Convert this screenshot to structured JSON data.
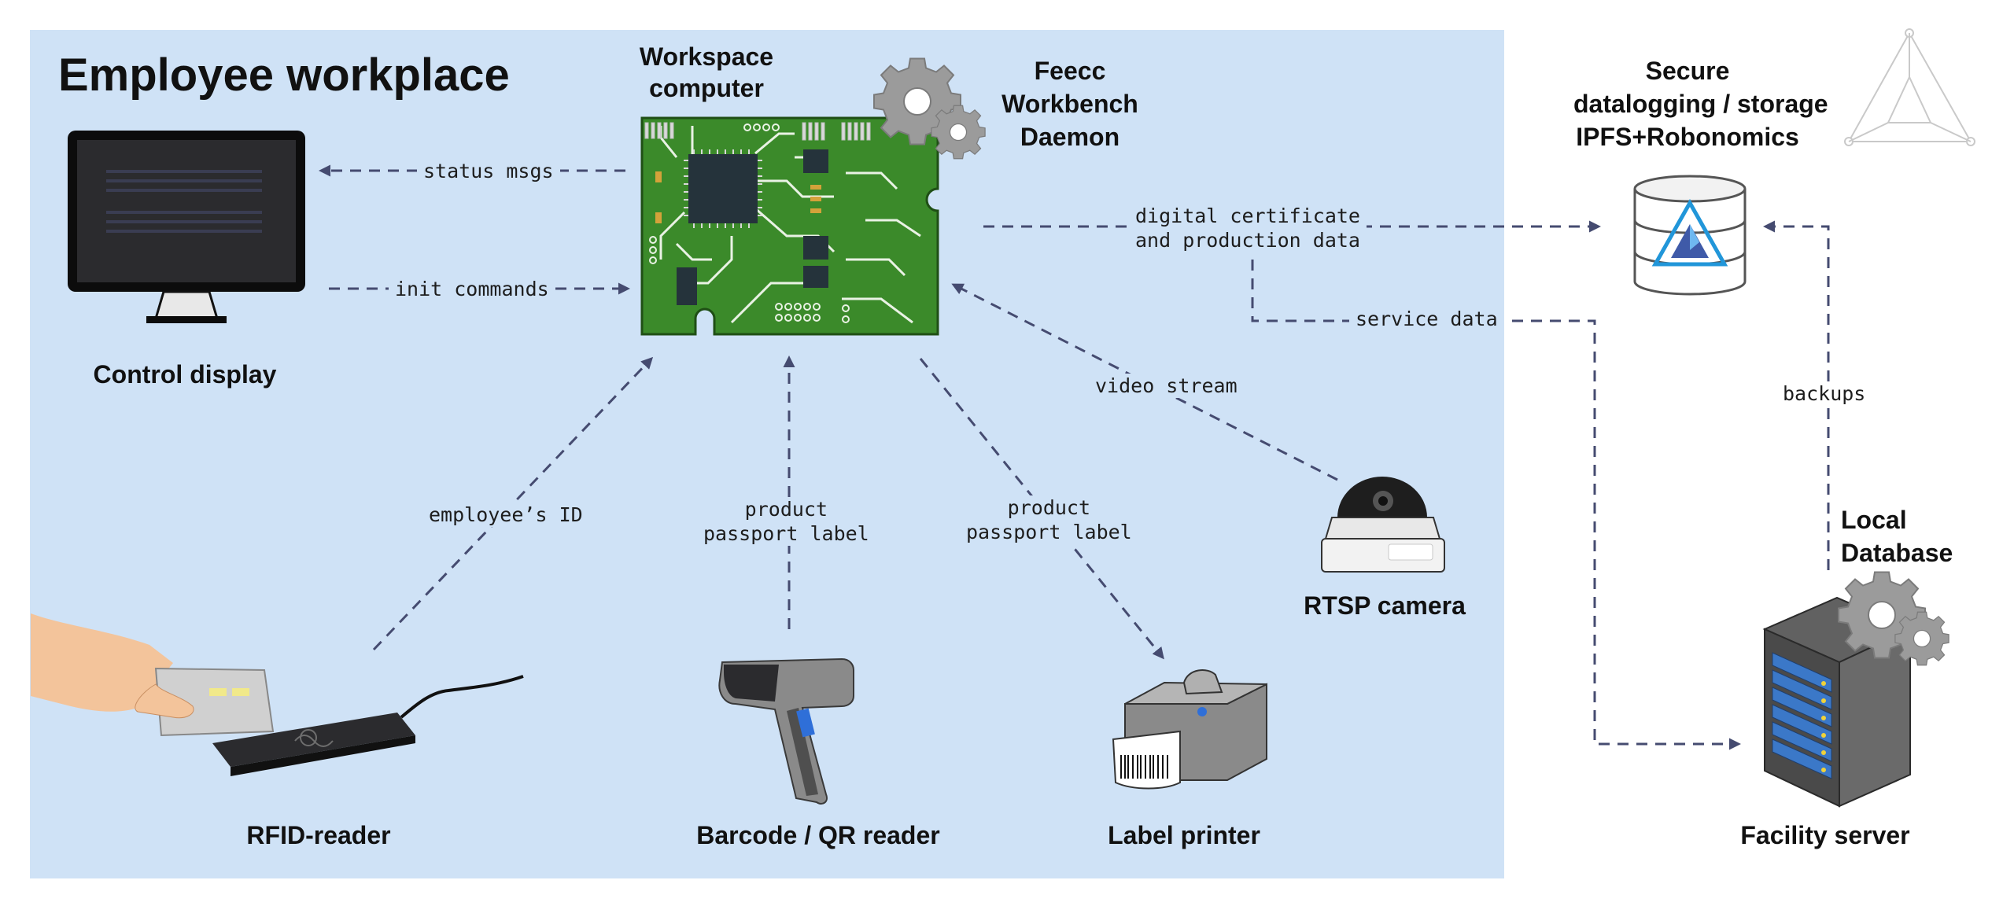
{
  "panel": {
    "title": "Employee workplace"
  },
  "nodes": {
    "control_display": "Control display",
    "workspace_computer": "Workspace\ncomputer",
    "daemon": "Feecc\nWorkbench\nDaemon",
    "storage": "Secure\ndatalogging / storage\nIPFS+Robonomics",
    "rfid_reader": "RFID-reader",
    "barcode_reader": "Barcode / QR reader",
    "label_printer": "Label printer",
    "rtsp_camera": "RTSP camera",
    "local_database": "Local\nDatabase",
    "facility_server": "Facility server"
  },
  "flows": {
    "status_msgs": "status msgs",
    "init_commands": "init commands",
    "certificate": "digital certificate\nand production data",
    "service_data": "service data",
    "video_stream": "video stream",
    "employee_id": "employee’s ID",
    "passport_in": "product\npassport label",
    "passport_out": "product\npassport label",
    "backups": "backups"
  },
  "icons": [
    "monitor-icon",
    "circuit-board-icon",
    "gears-icon",
    "database-icon",
    "robonomics-logo-icon",
    "rfid-card-reader-icon",
    "barcode-scanner-icon",
    "label-printer-icon",
    "dome-camera-icon",
    "server-rack-icon"
  ],
  "colors": {
    "panel": "#cfe2f6",
    "arrow": "#454b70",
    "board": "#3b8a2a",
    "gear": "#9b9b9b"
  }
}
